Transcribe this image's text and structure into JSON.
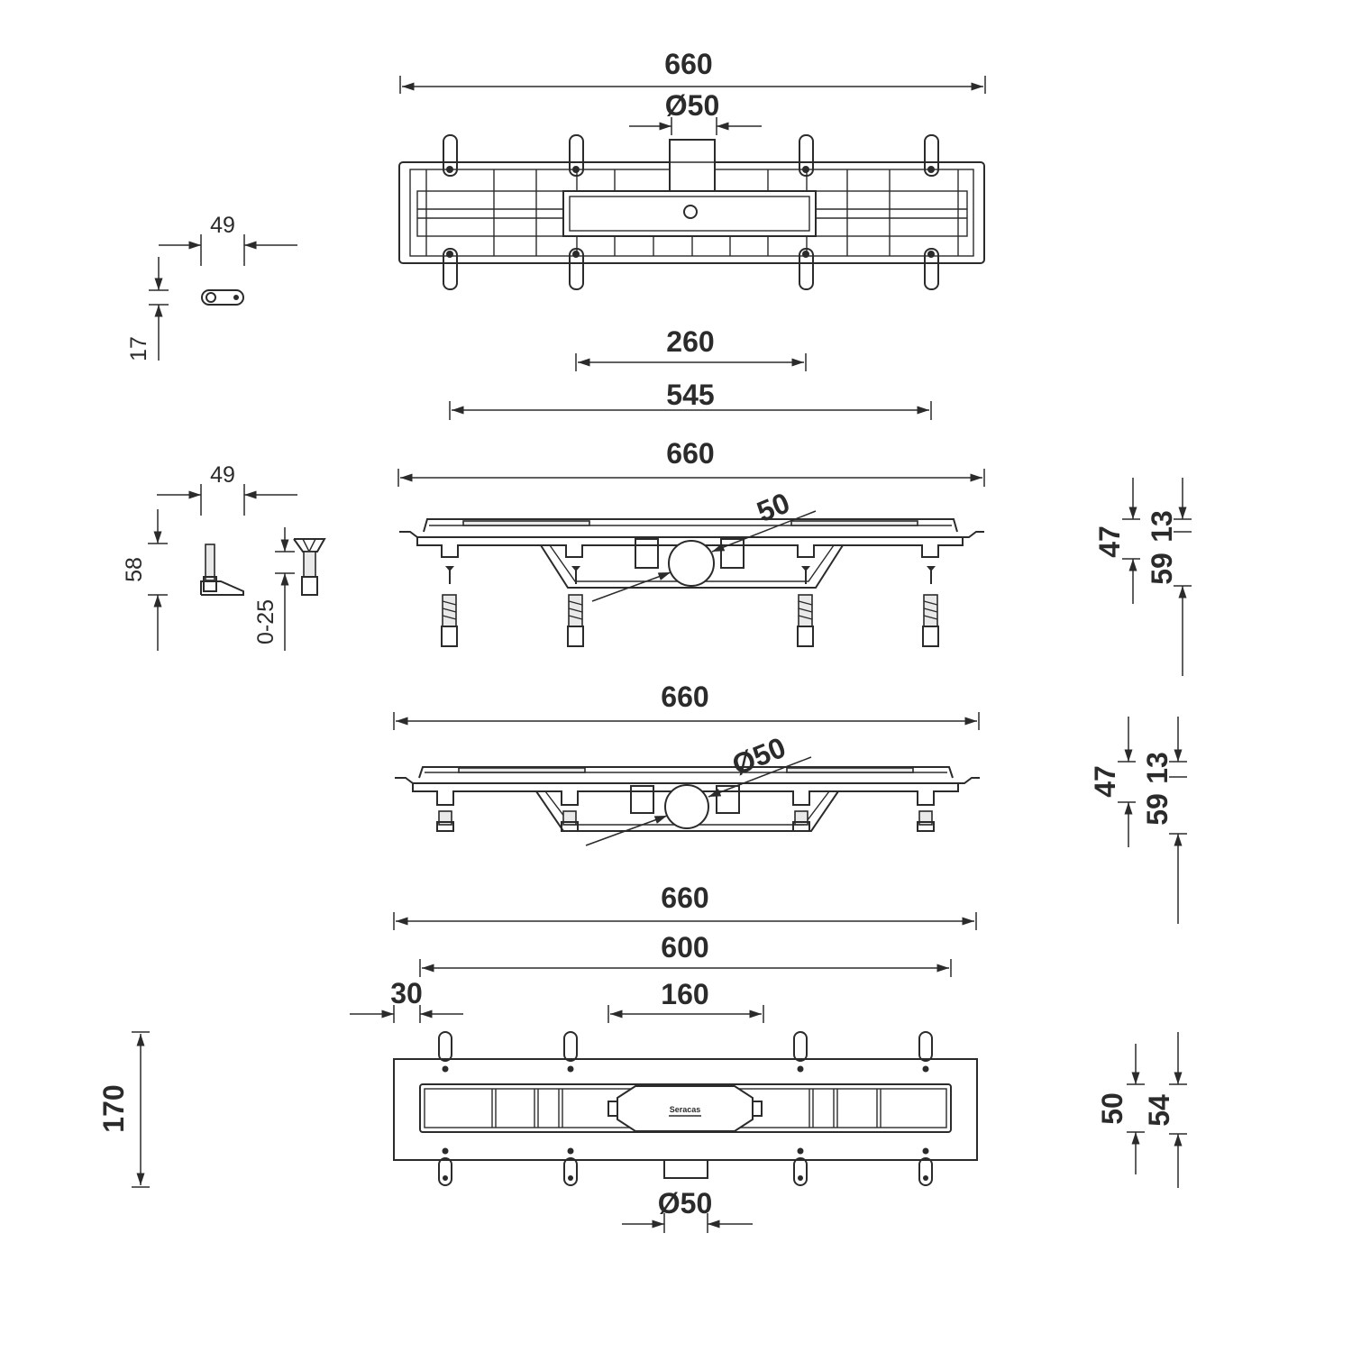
{
  "top_view": {
    "length_label": "660",
    "outlet_label": "Ø50"
  },
  "bracket_top": {
    "width_label": "49",
    "height_label": "17"
  },
  "side_view_with_feet": {
    "spacing_label": "260",
    "feet_span_label": "545",
    "length_label": "660",
    "outlet_label": "50",
    "heights": [
      "47",
      "59",
      "13"
    ]
  },
  "foot_detail": {
    "width_label": "49",
    "height_label": "58",
    "adjust_label": "0-25"
  },
  "side_view_compact": {
    "length_label": "660",
    "outlet_label": "Ø50",
    "heights": [
      "47",
      "59",
      "13"
    ]
  },
  "plan_view": {
    "length_label": "660",
    "inner_length_label": "600",
    "edge_label": "30",
    "center_label": "160",
    "outlet_label": "Ø50",
    "width_label": "170",
    "heights": [
      "50",
      "54"
    ],
    "brand_label": "Seracas"
  }
}
